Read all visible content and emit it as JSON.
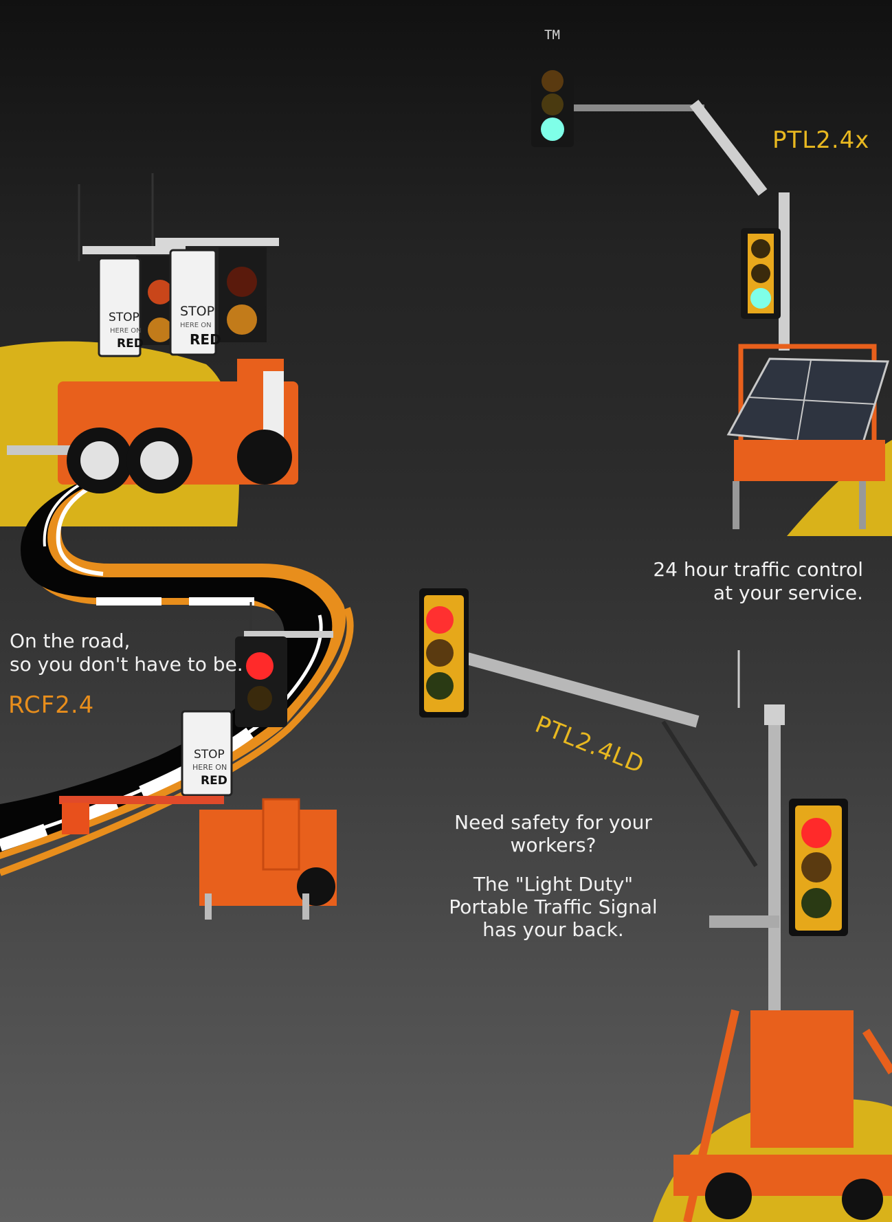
{
  "trademark": "TM",
  "products": {
    "ptl24x": "PTL2.4x",
    "rcf24": "RCF2.4",
    "ptl24ld": "PTL2.4LD"
  },
  "taglines": {
    "road_line1": "On the road,",
    "road_line2": "so you don't have to be.",
    "service_line1": "24 hour traffic control",
    "service_line2": "at your service.",
    "safety_line1": "Need safety for your",
    "safety_line2": "workers?",
    "light_line1": "The \"Light Duty\"",
    "light_line2": "Portable Traffic Signal",
    "light_line3": "has your back."
  },
  "sign_text": {
    "stop": "STOP",
    "here_on": "HERE ON",
    "red": "RED"
  },
  "colors": {
    "accent_yellow": "#e8b820",
    "accent_orange": "#e88e1c",
    "trailer_orange": "#e8601c",
    "road_black": "#050505"
  }
}
